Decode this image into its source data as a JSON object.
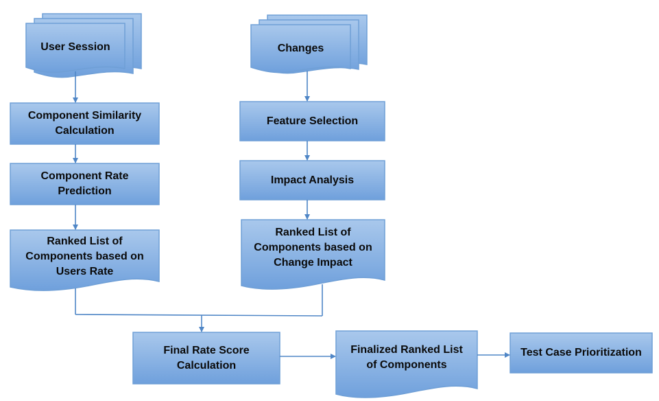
{
  "colors": {
    "fill_top": "#a9c8ec",
    "fill_bottom": "#6fa0dc",
    "border": "#6f9fd6",
    "connector": "#4f86c6"
  },
  "nodes": {
    "user_session": "User Session",
    "changes": "Changes",
    "component_similarity": "Component Similarity\nCalculation",
    "component_rate_prediction": "Component Rate\nPrediction",
    "ranked_users_rate": "Ranked List of\nComponents based on\nUsers Rate",
    "feature_selection": "Feature Selection",
    "impact_analysis": "Impact Analysis",
    "ranked_change_impact": "Ranked List of\nComponents based on\nChange Impact",
    "final_rate_score": "Final Rate Score\nCalculation",
    "finalized_ranked_list": "Finalized Ranked List\nof Components",
    "test_case_prioritization": "Test Case Prioritization"
  }
}
